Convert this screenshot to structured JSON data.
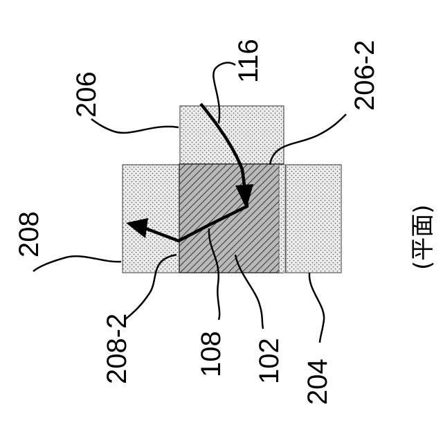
{
  "figure": {
    "caption": "(平面)",
    "labels": {
      "l116": "116",
      "l206": "206",
      "l206_2": "206-2",
      "l208": "208",
      "l208_2": "208-2",
      "l108": "108",
      "l102": "102",
      "l204": "204"
    },
    "regions": [
      "206",
      "208",
      "102",
      "204",
      "206-2",
      "208-2"
    ],
    "colors": {
      "ink": "#000000",
      "fill": "#e6e6e6",
      "background": "#ffffff"
    }
  }
}
